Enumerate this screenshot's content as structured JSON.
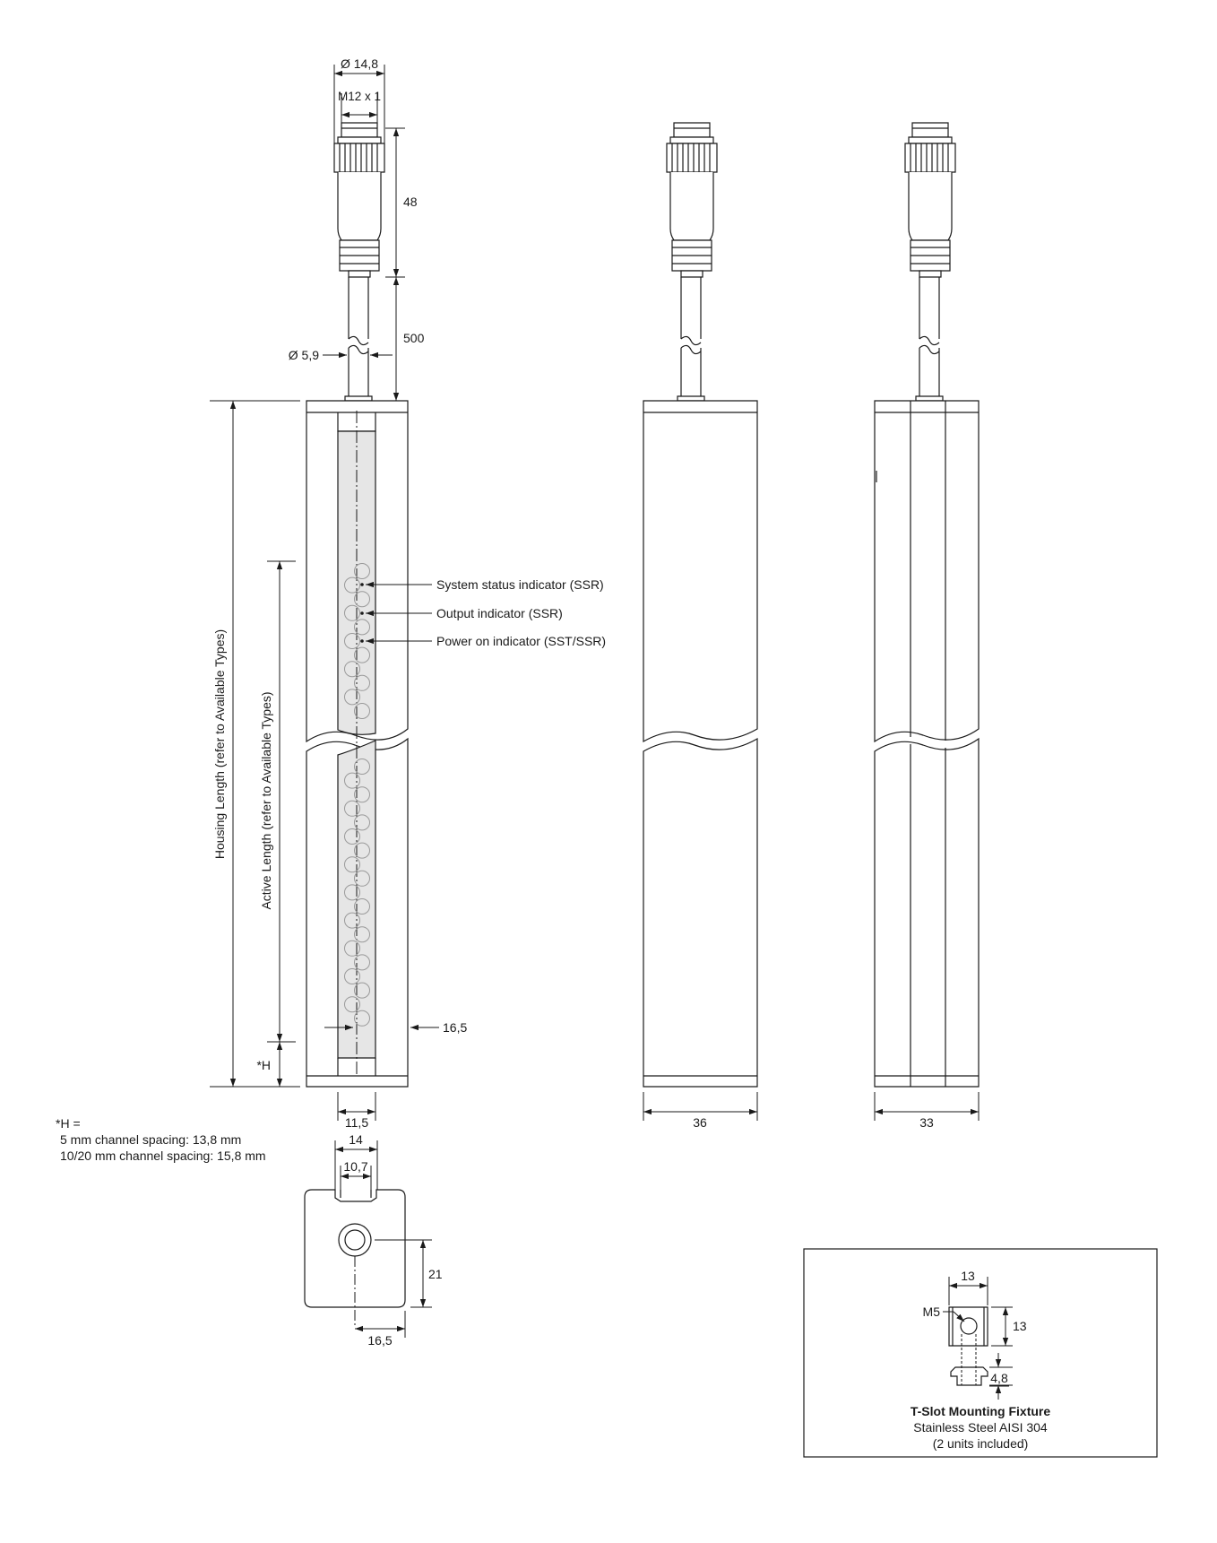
{
  "dimensions": {
    "connector_outer_dia": "Ø 14,8",
    "connector_thread": "M12 x 1",
    "connector_length": "48",
    "cable_length": "500",
    "cable_dia": "Ø 5,9",
    "side_offset": "16,5",
    "channel_width": "11,5",
    "front_width": "36",
    "side_width": "33",
    "profile_width": "14",
    "slot_width": "10,7",
    "hole_height": "21",
    "hole_offset": "16,5"
  },
  "labels": {
    "housing_length": "Housing Length (refer to Available Types)",
    "active_length": "Active Length (refer to Available Types)",
    "h_marker": "*H",
    "status_indicator": "System status indicator (SSR)",
    "output_indicator": "Output indicator (SSR)",
    "power_indicator": "Power on indicator (SST/SSR)"
  },
  "note": {
    "title": "*H =",
    "line1": "5 mm channel spacing: 13,8 mm",
    "line2": "10/20 mm channel spacing: 15,8 mm"
  },
  "fixture": {
    "width": "13",
    "height": "13",
    "thread": "M5",
    "depth": "4,8",
    "title": "T-Slot Mounting Fixture",
    "material": "Stainless Steel AISI 304",
    "quantity": "(2 units included)"
  },
  "colors": {
    "line": "#1a1a1a",
    "channel_fill": "#e6e6e6",
    "lens_stroke": "#9a9a9a"
  }
}
